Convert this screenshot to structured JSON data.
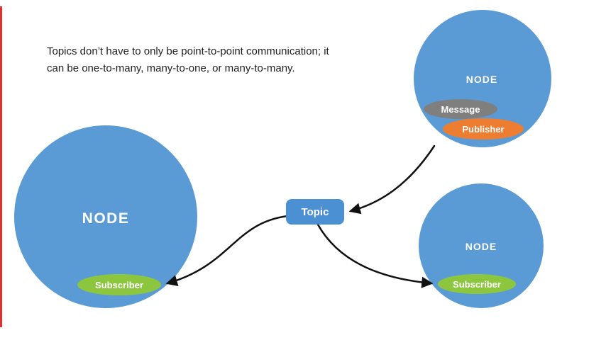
{
  "caption": {
    "line1": "Topics don’t have to only be point-to-point communication; it",
    "line2": "can be one-to-many, many-to-one, or many-to-many."
  },
  "topic": {
    "label": "Topic"
  },
  "nodes": {
    "left": {
      "label": "NODE",
      "subscriber": "Subscriber"
    },
    "top_right": {
      "label": "NODE",
      "message": "Message",
      "publisher": "Publisher"
    },
    "bottom_right": {
      "label": "NODE",
      "subscriber": "Subscriber"
    }
  },
  "colors": {
    "node_blue": "#5B9BD5",
    "topic_blue": "#4A90D2",
    "subscriber_green": "#8CC63F",
    "publisher_orange": "#ED7D31",
    "message_gray": "#7F7F7F",
    "red_edge": "#E03131",
    "arrow": "#111111"
  }
}
